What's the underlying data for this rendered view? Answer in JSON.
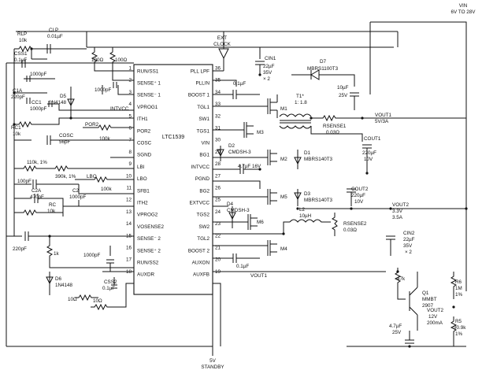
{
  "schematic": {
    "chip": {
      "name": "LTC1539",
      "left_pins": [
        {
          "num": "1",
          "name": "RUN/SS1"
        },
        {
          "num": "2",
          "name": "SENSE⁺ 1"
        },
        {
          "num": "3",
          "name": "SENSE⁻ 1"
        },
        {
          "num": "4",
          "name": "VPROG1"
        },
        {
          "num": "5",
          "name": "ITH1"
        },
        {
          "num": "6",
          "name": "POR2"
        },
        {
          "num": "7",
          "name": "COSC"
        },
        {
          "num": "8",
          "name": "SGND"
        },
        {
          "num": "9",
          "name": "LBI"
        },
        {
          "num": "10",
          "name": "LBO"
        },
        {
          "num": "11",
          "name": "SFB1"
        },
        {
          "num": "12",
          "name": "ITH2"
        },
        {
          "num": "13",
          "name": "VPROG2"
        },
        {
          "num": "14",
          "name": "VOSENSE2"
        },
        {
          "num": "15",
          "name": "SENSE⁻ 2"
        },
        {
          "num": "16",
          "name": "SENSE⁺ 2"
        },
        {
          "num": "17",
          "name": "RUN/SS2"
        },
        {
          "num": "18",
          "name": "AUXDR"
        }
      ],
      "right_pins": [
        {
          "num": "36",
          "name": "PLL LPF"
        },
        {
          "num": "35",
          "name": "PLLIN"
        },
        {
          "num": "34",
          "name": "BOOST 1"
        },
        {
          "num": "33",
          "name": "TGL1"
        },
        {
          "num": "32",
          "name": "SW1"
        },
        {
          "num": "31",
          "name": "TGS1"
        },
        {
          "num": "30",
          "name": "VIN"
        },
        {
          "num": "29",
          "name": "BG1"
        },
        {
          "num": "28",
          "name": "INTVCC"
        },
        {
          "num": "27",
          "name": "PGND"
        },
        {
          "num": "26",
          "name": "BG2"
        },
        {
          "num": "25",
          "name": "EXTVCC"
        },
        {
          "num": "24",
          "name": "TGS2"
        },
        {
          "num": "23",
          "name": "SW2"
        },
        {
          "num": "22",
          "name": "TGL2"
        },
        {
          "num": "21",
          "name": "BOOST 2"
        },
        {
          "num": "20",
          "name": "AUXON"
        },
        {
          "num": "19",
          "name": "AUXFB"
        }
      ]
    },
    "labels": {
      "vin_title": "VIN",
      "vin_range": "6V TO 28V",
      "ext_clock_1": "EXT",
      "ext_clock_2": "CLOCK",
      "rlp": "RLP",
      "rlp_val": "10k",
      "clp": "CLP",
      "clp_val": "0.01µF",
      "css1": "CSS1",
      "css1_val": "0.1µF",
      "c_1000pf_a": "1000pF",
      "c1a": "C1A",
      "c1a_val": "220pF",
      "cc1": "CC1",
      "cc1_val": "1000pF",
      "d5": "D5",
      "d5_type": "1N4148",
      "rc1": "RC1",
      "rc1_val": "10k",
      "intvcc": "INTVCC",
      "por2": "POR2",
      "r_100k_a": "100k",
      "cosc": "COSC",
      "cosc_val": "56pF",
      "r_110k": "110k, 1%",
      "r_390k": "390k, 1%",
      "lbo": "LBO",
      "r_100k_b": "100k",
      "c_100pf": "100pF",
      "c2a": "C2A",
      "c2a_val": "470pF",
      "c2": "C2",
      "c2_val": "1000pF",
      "rc": "RC",
      "rc_val": "10k",
      "c_220pf": "220pF",
      "r_1k": "1k",
      "c_1000pf_b": "1000pF",
      "d6": "D6",
      "d6_type": "1N4148",
      "css2": "CSS2",
      "css2_val": "0.1µF",
      "r_10ohm_a": "10Ω",
      "r_10ohm_b": "10Ω",
      "r_100ohm_a": "100Ω",
      "r_100ohm_b": "100Ω",
      "c_1000pf_c": "1000pF",
      "cin1": "CIN1",
      "cin1_v1": "22µF",
      "cin1_v2": "35V",
      "cin1_v3": "× 2",
      "c_01uf_a": "0.1µF",
      "d7": "D7",
      "d7_type": "MBRS1100T3",
      "c_10uf": "10µF",
      "c_10uf_v": "25V",
      "t1": "T1*",
      "t1_ratio": "1: 1.8",
      "m1": "M1",
      "rsense1": "RSENSE1",
      "rsense1_val": "0.03Ω",
      "vout1": "VOUT1",
      "vout1_val": "5V/3A",
      "m3": "M3",
      "d2": "D2",
      "d2_type": "CMDSH-3",
      "m2": "M2",
      "d1": "D1",
      "d1_type": "MBRS140T3",
      "cout1": "COUT1",
      "cout1_v1": "220µF",
      "cout1_v2": "10V",
      "c_47uf_16v": "4.7µF 16V",
      "m5": "M5",
      "d3": "D3",
      "d3_type": "MBRS140T3",
      "cout2": "COUT2",
      "cout2_v1": "220µF",
      "cout2_v2": "10V",
      "vout2": "VOUT2",
      "vout2_v1": "3.3V",
      "vout2_v2": "3.5A",
      "d4": "D4",
      "d4_type": "CMDSH-3",
      "l2": "L2",
      "l2_val": "10µH",
      "m6": "M6",
      "rsense2": "RSENSE2",
      "rsense2_val": "0.03Ω",
      "cin2": "CIN2",
      "cin2_v1": "22µF",
      "cin2_v2": "35V",
      "cin2_v3": "× 2",
      "m4": "M4",
      "c_01uf_b": "0.1µF",
      "vout1_b": "VOUT1",
      "r_47k": "47k",
      "q1": "Q1",
      "q1_t1": "MMBT",
      "q1_t2": "2907",
      "r6": "R6",
      "r6_val": "1M",
      "r6_tol": "1%",
      "vout2_12v": "VOUT2",
      "vout2_12v_v1": "12V",
      "vout2_12v_v2": "200mA",
      "r5": "R5",
      "r5_val": "90.9k",
      "r5_tol": "1%",
      "c_47uf_25v": "4.7µF",
      "c_47uf_25v_v": "25V",
      "standby_v": "5V",
      "standby": "STANDBY"
    }
  }
}
